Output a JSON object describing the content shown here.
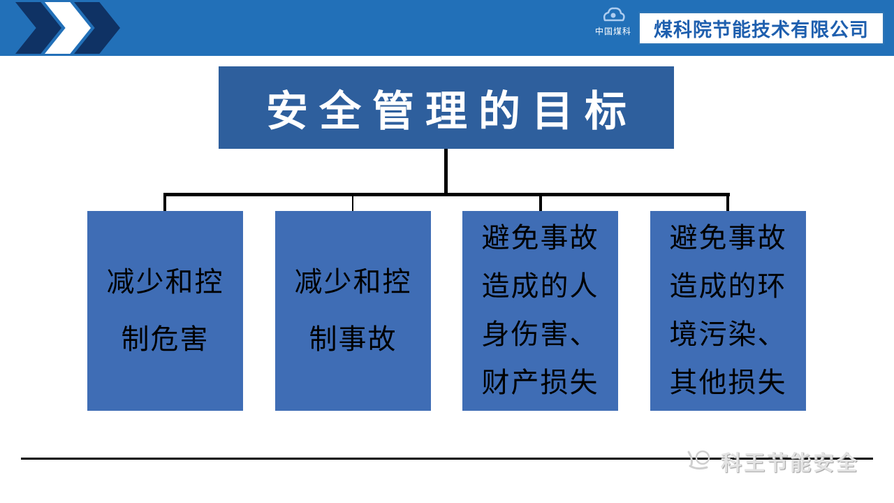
{
  "header": {
    "company_name": "煤科院节能技术有限公司",
    "logo_text": "中国煤科"
  },
  "title": "安全管理的目标",
  "boxes": [
    {
      "lines": [
        "减少和控",
        "制危害"
      ]
    },
    {
      "lines": [
        "减少和控",
        "制事故"
      ]
    },
    {
      "lines": [
        "避免事故",
        "造成的人",
        "身伤害、",
        "财产损失"
      ]
    },
    {
      "lines": [
        "避免事故",
        "造成的环",
        "境污染、",
        "其他损失"
      ]
    }
  ],
  "footer": {
    "watermark": "科王节能安全"
  },
  "colors": {
    "top_bar": "#2270b8",
    "chevron_dark": "#0f3264",
    "title_box": "#2e5f9d",
    "goal_box": "#3f6db5",
    "company_text": "#1e5fae",
    "connector": "#000000"
  }
}
